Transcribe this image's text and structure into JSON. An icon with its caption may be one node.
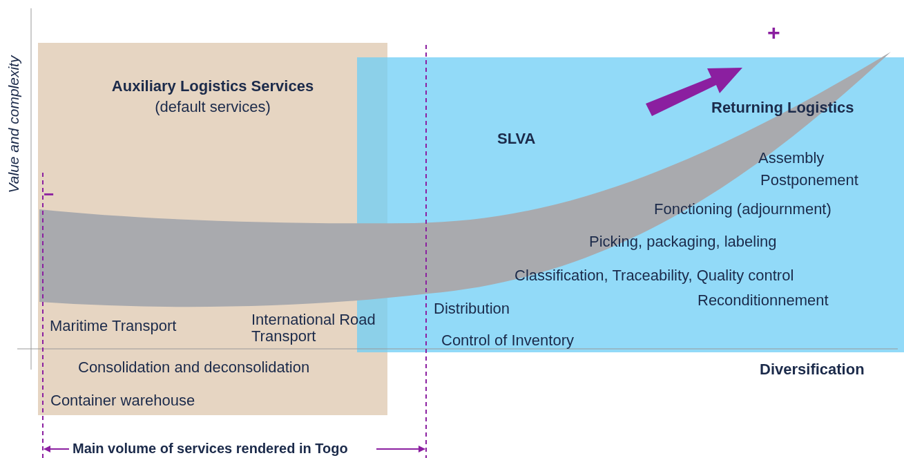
{
  "diagram": {
    "nodes": [
      {
        "text": [
          "Auxiliary Logistics Services",
          "(default services)"
        ]
      },
      {
        "text": [
          "SLVA"
        ]
      }
    ],
    "labels": [
      "+",
      "Returning Logistics",
      "Value and complexity",
      "Assembly",
      "Postponement",
      "−",
      "Fonctioning (adjournment)",
      "Picking, packaging, labeling",
      "Classification, Traceability, Quality control",
      "Reconditionnement",
      "Distribution",
      "Maritime Transport",
      "International Road Transport",
      "Control of Inventory",
      "Consolidation and deconsolidation",
      "Diversification",
      "Container warehouse",
      "Main volume of services rendered in Togo"
    ]
  }
}
